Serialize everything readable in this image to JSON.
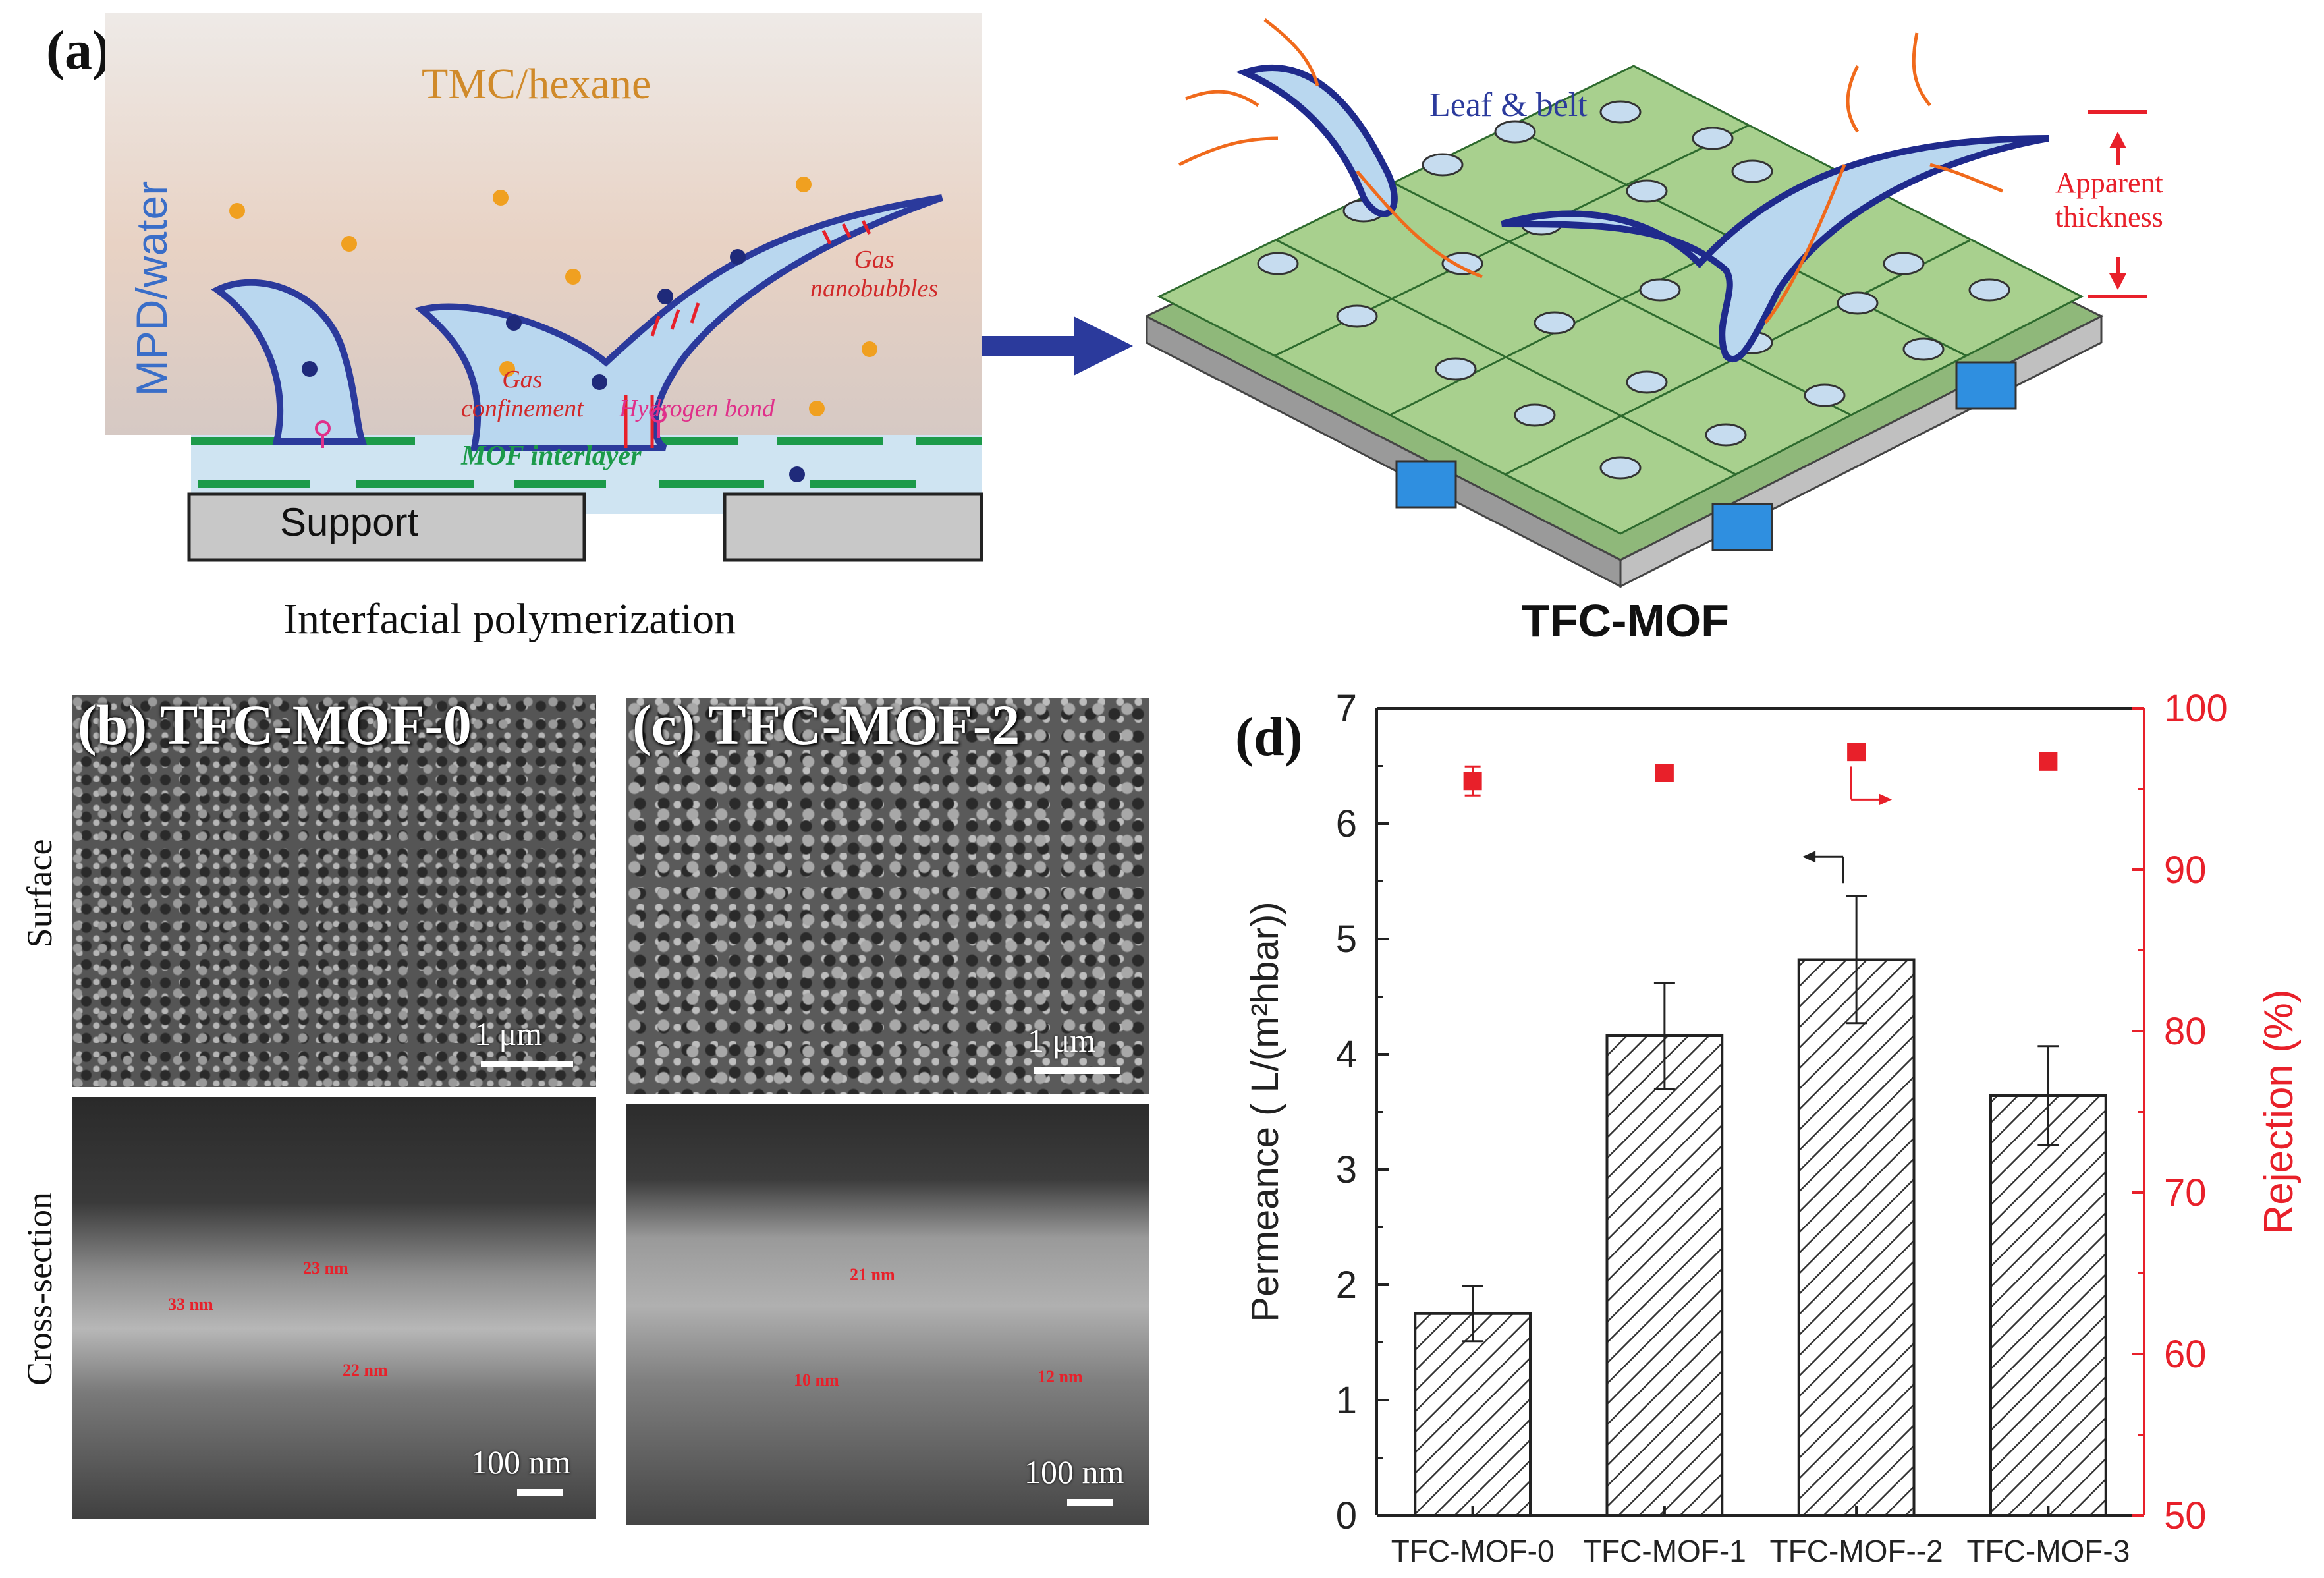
{
  "panel_a": {
    "letter": "(a)",
    "left": {
      "solvent_top": "TMC/hexane",
      "solvent_side": "MPD/water",
      "gas_nanobubbles": [
        "Gas",
        "nanobubbles"
      ],
      "gas_confinement": [
        "Gas",
        "confinement"
      ],
      "hydrogen_bond": "Hydrogen bond",
      "mof_interlayer": "MOF interlayer",
      "support": "Support",
      "caption": "Interfacial polymerization"
    },
    "right": {
      "leaf_belt": "Leaf & belt",
      "apparent_thickness": [
        "Apparent",
        "thickness"
      ],
      "caption": "TFC-MOF"
    }
  },
  "panel_b": {
    "title": "(b) TFC-MOF-0",
    "surface_scale": "1 μm",
    "cross_scale": "100 nm",
    "thicknesses": [
      "33 nm",
      "23 nm",
      "22 nm"
    ]
  },
  "panel_c": {
    "title": "(c) TFC-MOF-2",
    "surface_scale": "1 μm",
    "cross_scale": "100 nm",
    "thicknesses": [
      "21 nm",
      "10 nm",
      "12 nm"
    ]
  },
  "row_labels": {
    "surface": "Surface",
    "cross": "Cross-section"
  },
  "panel_d": {
    "letter": "(d)"
  },
  "chart_data": {
    "type": "bar",
    "categories": [
      "TFC-MOF-0",
      "TFC-MOF-1",
      "TFC-MOF--2",
      "TFC-MOF-3"
    ],
    "series": [
      {
        "name": "Permeance",
        "axis": "left",
        "kind": "bar",
        "values": [
          1.75,
          4.16,
          4.82,
          3.64
        ],
        "errors": [
          0.24,
          0.46,
          0.55,
          0.43
        ]
      },
      {
        "name": "Rejection",
        "axis": "right",
        "kind": "scatter",
        "values": [
          95.5,
          96.0,
          97.3,
          96.7
        ],
        "errors": [
          0.9,
          0.4,
          0.5,
          0.3
        ]
      }
    ],
    "ylabel": "Permeance ( L/(m²hbar))",
    "y2label": "Rejection (%)",
    "ylim": [
      0,
      7
    ],
    "y2lim": [
      50,
      100
    ],
    "yticks": [
      0,
      1,
      2,
      3,
      4,
      5,
      6,
      7
    ],
    "y2ticks": [
      50,
      60,
      70,
      80,
      90,
      100
    ],
    "colors": {
      "bar": "#ffffff",
      "bar_hatch": "#333333",
      "rejection": "#e8202a",
      "axis_left": "#222222",
      "axis_right": "#e8202a"
    }
  }
}
